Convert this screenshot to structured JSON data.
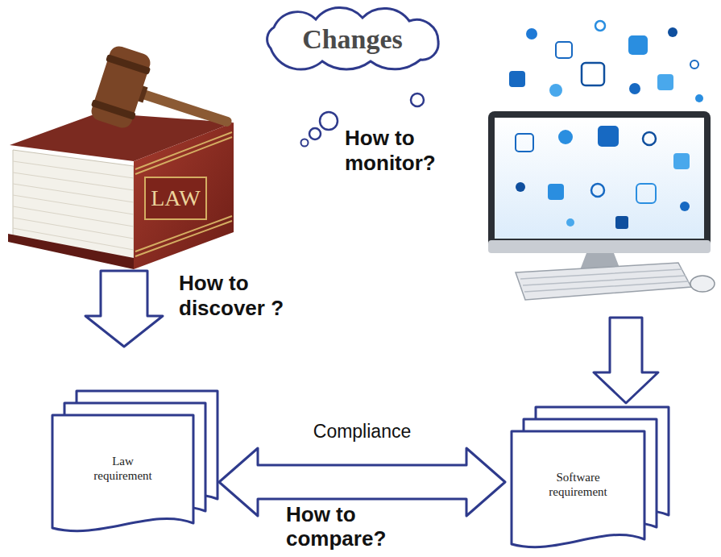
{
  "diagram": {
    "nodes": [
      {
        "text": [
          "Changes"
        ]
      },
      {
        "text": [
          "Law requirement"
        ]
      },
      {
        "text": [
          "Software requirement"
        ]
      }
    ],
    "edges": [
      {
        "from": 1,
        "to": 2,
        "arrow": "both",
        "label": "Compliance"
      }
    ],
    "labels": [
      "How to monitor?",
      "LAW",
      "How to discover ?",
      "How to compare?"
    ]
  }
}
